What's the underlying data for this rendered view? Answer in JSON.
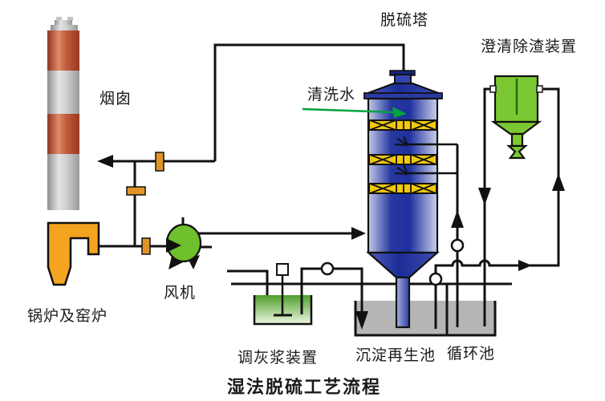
{
  "diagram": {
    "title": "湿法脱硫工艺流程",
    "labels": {
      "chimney": "烟囱",
      "boiler": "锅炉及窑炉",
      "fan": "风机",
      "tower": "脱硫塔",
      "wash_water": "清洗水",
      "clarifier": "澄清除渣装置",
      "slurry_device": "调灰浆装置",
      "sediment_pool": "沉淀再生池",
      "circulation_pool": "循环池"
    },
    "colors": {
      "tower_blue": "#1f309f",
      "tray_yellow": "#f2c80c",
      "fan_green": "#6ec02c",
      "clarifier_green": "#7cc832",
      "chimney_red": "#bb4a2e",
      "valve_orange": "#e09427",
      "pool_gray": "#b5b5b5",
      "slurry_tank_green": "#55a82e",
      "pipe_line_black": "#111111",
      "wash_water_green": "#00a33e"
    }
  }
}
